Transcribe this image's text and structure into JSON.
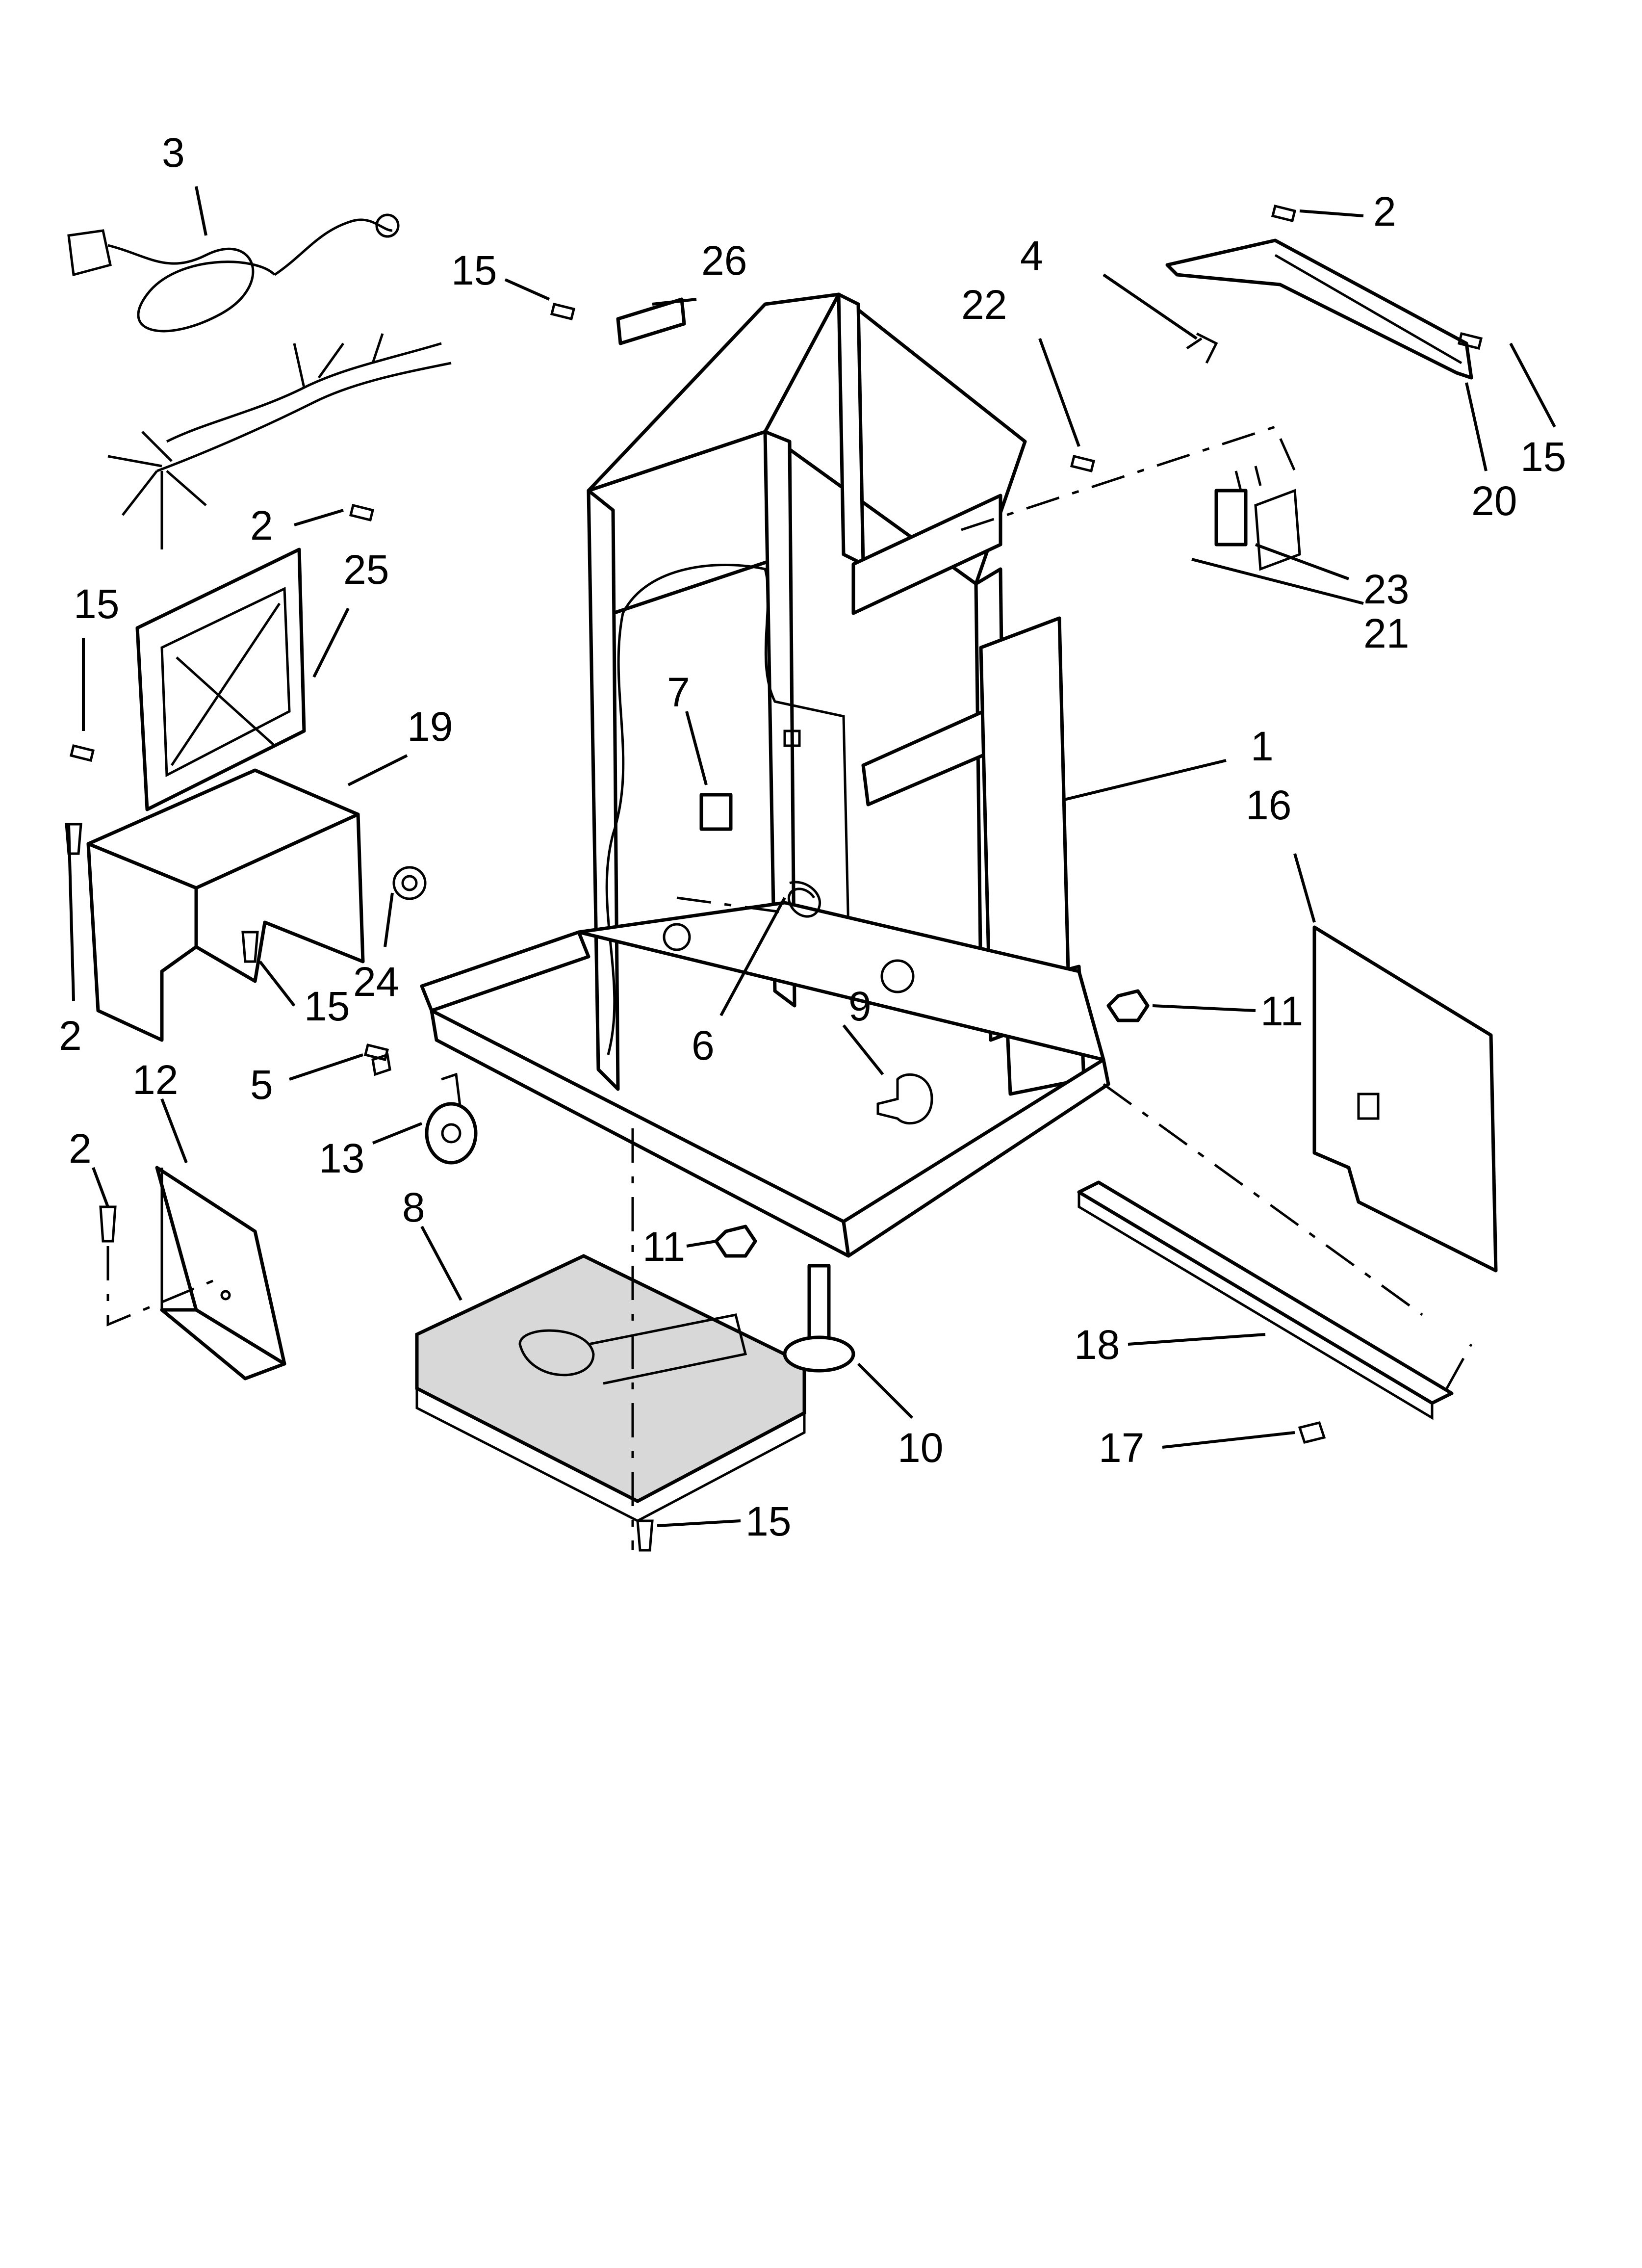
{
  "callouts": [
    {
      "id": "c3",
      "text": "3",
      "part": "power cord and wire harness"
    },
    {
      "id": "c2a",
      "text": "2",
      "part": "screw"
    },
    {
      "id": "c15a",
      "text": "15",
      "part": "screw"
    },
    {
      "id": "c26",
      "text": "26",
      "part": "bracket"
    },
    {
      "id": "c4",
      "text": "4",
      "part": "clip"
    },
    {
      "id": "c22",
      "text": "22",
      "part": "screw"
    },
    {
      "id": "c15b",
      "text": "15",
      "part": "screw"
    },
    {
      "id": "c20",
      "text": "20",
      "part": "rail"
    },
    {
      "id": "c23",
      "text": "23",
      "part": "switch"
    },
    {
      "id": "c21",
      "text": "21",
      "part": "bracket"
    },
    {
      "id": "c2b",
      "text": "2",
      "part": "screw"
    },
    {
      "id": "c25",
      "text": "25",
      "part": "panel"
    },
    {
      "id": "c15c",
      "text": "15",
      "part": "screw"
    },
    {
      "id": "c19",
      "text": "19",
      "part": "cover"
    },
    {
      "id": "c7",
      "text": "7",
      "part": "clip"
    },
    {
      "id": "c1",
      "text": "1",
      "part": "cabinet frame"
    },
    {
      "id": "c16",
      "text": "16",
      "part": "panel"
    },
    {
      "id": "c24",
      "text": "24",
      "part": "grommet"
    },
    {
      "id": "c15d",
      "text": "15",
      "part": "screw"
    },
    {
      "id": "c2c",
      "text": "2",
      "part": "screw"
    },
    {
      "id": "c6",
      "text": "6",
      "part": "spring"
    },
    {
      "id": "c9",
      "text": "9",
      "part": "valve"
    },
    {
      "id": "c11a",
      "text": "11",
      "part": "nut"
    },
    {
      "id": "c5",
      "text": "5",
      "part": "screw"
    },
    {
      "id": "c12",
      "text": "12",
      "part": "shield"
    },
    {
      "id": "c2d",
      "text": "2",
      "part": "screw"
    },
    {
      "id": "c13",
      "text": "13",
      "part": "caster"
    },
    {
      "id": "c8",
      "text": "8",
      "part": "base pan"
    },
    {
      "id": "c11b",
      "text": "11",
      "part": "nut"
    },
    {
      "id": "c10",
      "text": "10",
      "part": "leveling leg"
    },
    {
      "id": "c18",
      "text": "18",
      "part": "rail"
    },
    {
      "id": "c17",
      "text": "17",
      "part": "screw"
    },
    {
      "id": "c15e",
      "text": "15",
      "part": "screw"
    }
  ],
  "colors": {
    "ink": "#000000",
    "paper": "#ffffff",
    "fill": "#d8d8d8"
  }
}
